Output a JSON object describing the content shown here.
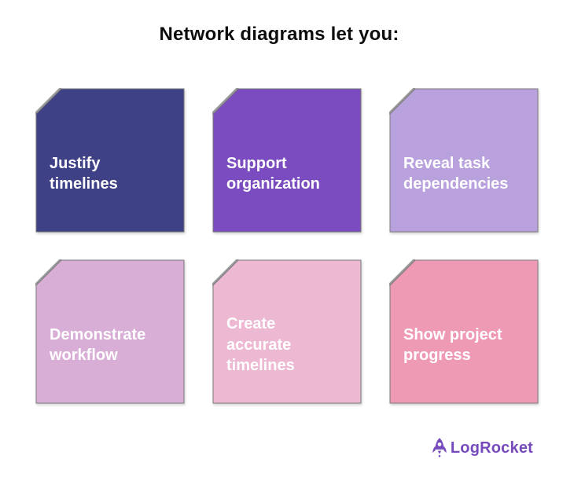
{
  "title": "Network diagrams let you:",
  "cards": [
    {
      "label": "Justify timelines",
      "color": "#3f4187"
    },
    {
      "label": "Support organization",
      "color": "#7b4cc0"
    },
    {
      "label": "Reveal task dependencies",
      "color": "#b9a1de"
    },
    {
      "label": "Demonstrate workflow",
      "color": "#d9aed6"
    },
    {
      "label": "Create accurate timelines",
      "color": "#ecb8d2"
    },
    {
      "label": "Show project progress",
      "color": "#ef9ab5"
    }
  ],
  "logo": {
    "text": "LogRocket",
    "color": "#764abc",
    "icon": "rocket-icon"
  }
}
